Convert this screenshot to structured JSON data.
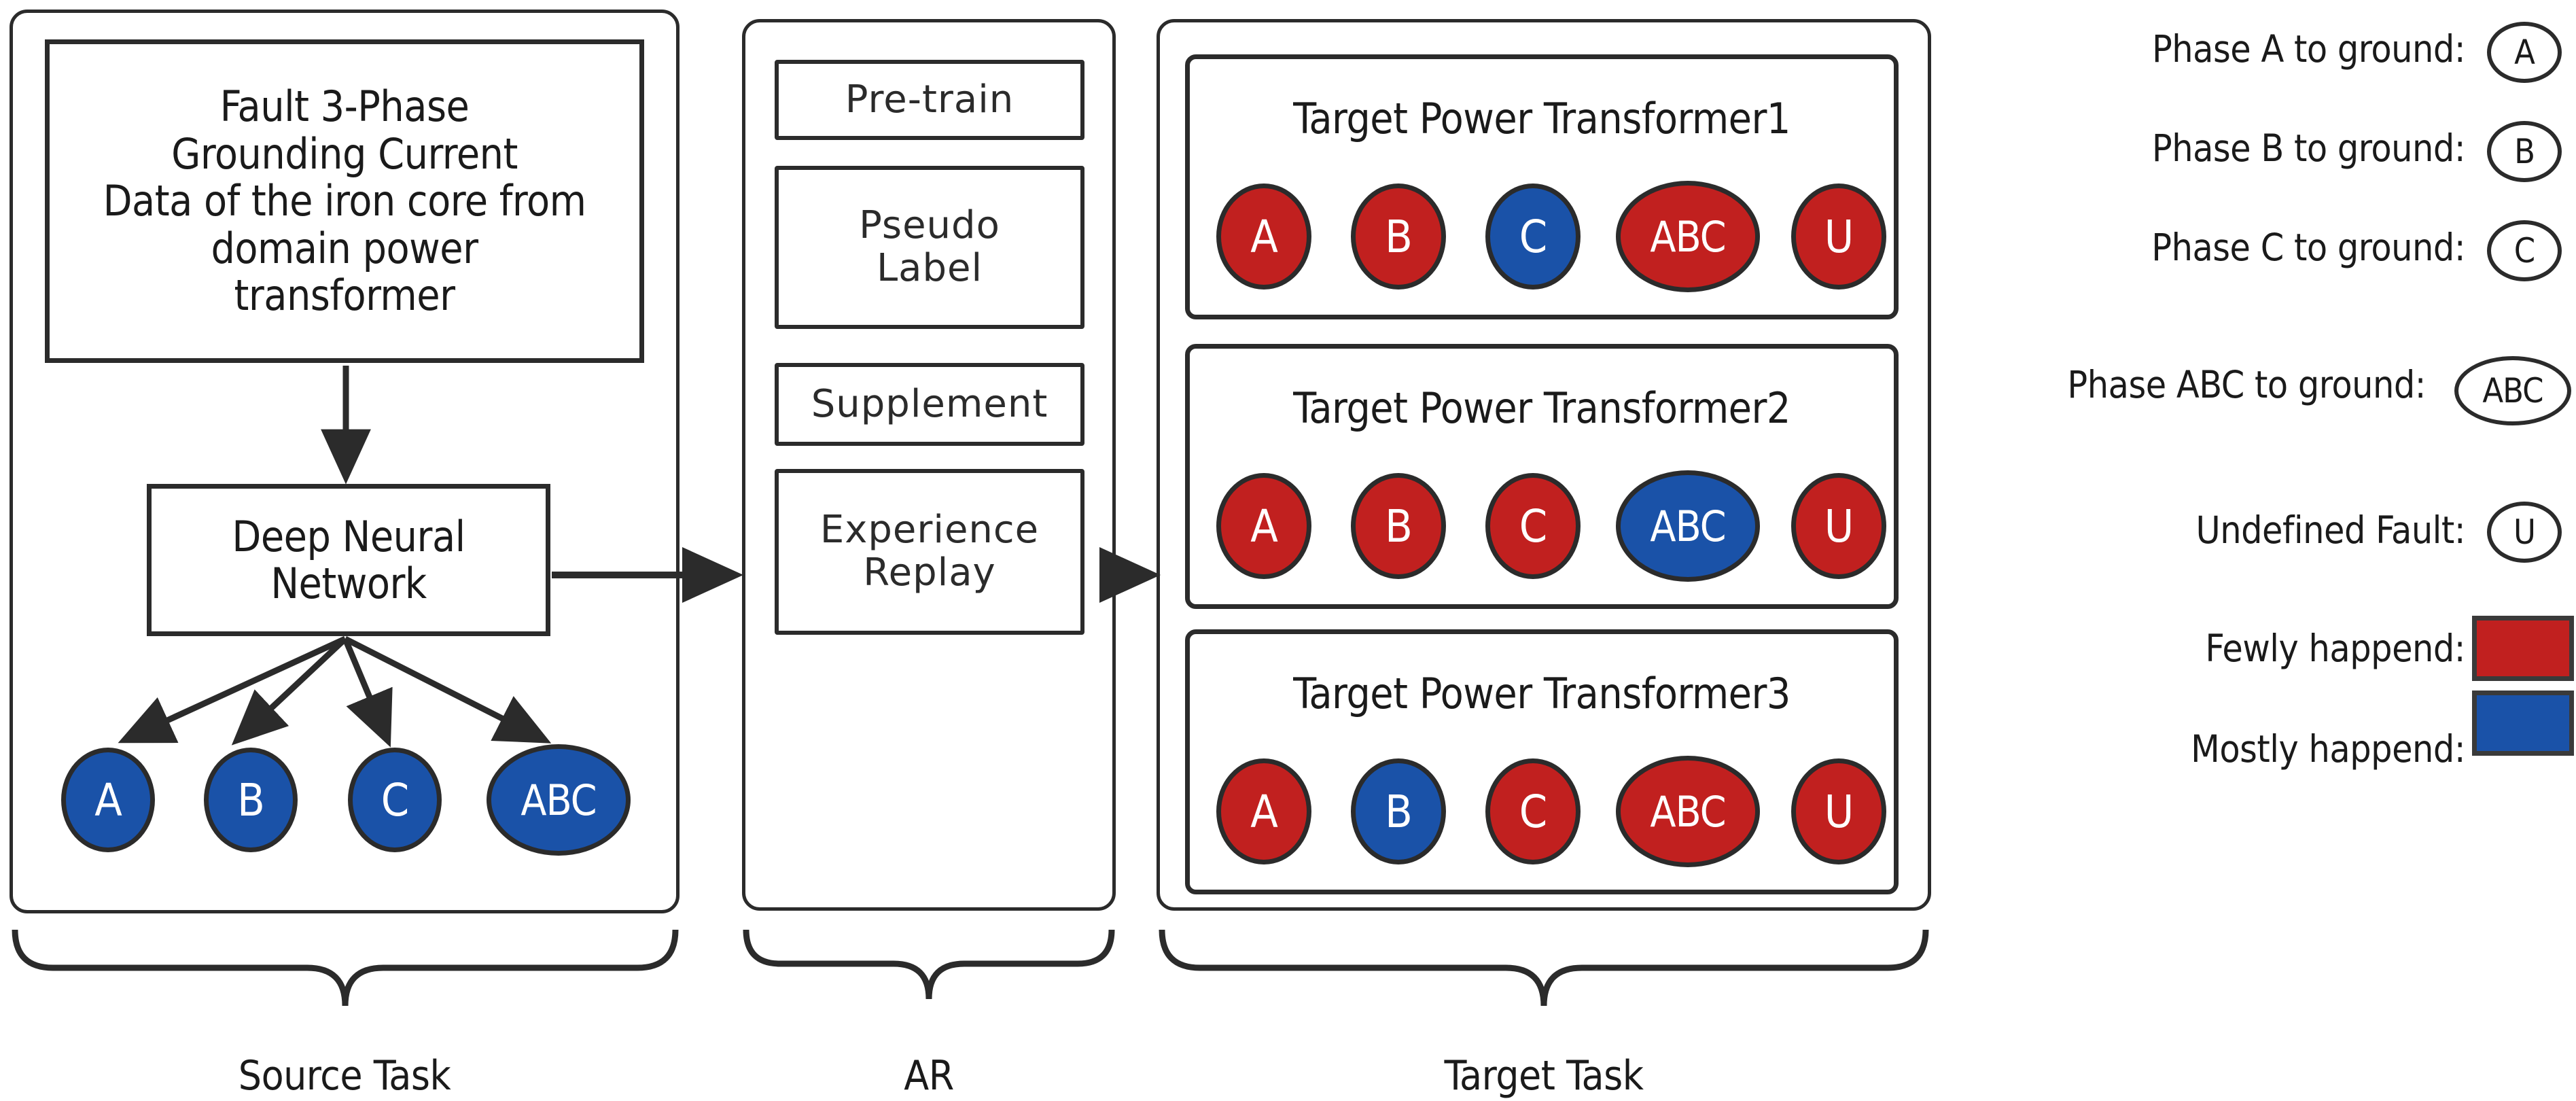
{
  "source": {
    "data_box": {
      "lines": [
        "Fault 3-Phase",
        "Grounding Current",
        "Data of the iron core from",
        "domain power",
        "transformer"
      ],
      "text": "Fault 3-Phase\nGrounding Current\nData of the iron core from\ndomain power\ntransformer"
    },
    "model_box": {
      "text": "Deep Neural\nNetwork"
    },
    "outputs": [
      {
        "label": "A",
        "color": "blue"
      },
      {
        "label": "B",
        "color": "blue"
      },
      {
        "label": "C",
        "color": "blue"
      },
      {
        "label": "ABC",
        "color": "blue"
      }
    ],
    "caption": "Source Task"
  },
  "ar": {
    "steps": [
      {
        "text": "Pre-train"
      },
      {
        "text": "Pseudo\nLabel"
      },
      {
        "text": "Supplement"
      },
      {
        "text": "Experience\nReplay"
      }
    ],
    "caption": "AR"
  },
  "target": {
    "transformers": [
      {
        "title": "Target Power Transformer1",
        "nodes": [
          {
            "label": "A",
            "color": "red"
          },
          {
            "label": "B",
            "color": "red"
          },
          {
            "label": "C",
            "color": "blue"
          },
          {
            "label": "ABC",
            "color": "red"
          },
          {
            "label": "U",
            "color": "red"
          }
        ]
      },
      {
        "title": "Target Power Transformer2",
        "nodes": [
          {
            "label": "A",
            "color": "red"
          },
          {
            "label": "B",
            "color": "red"
          },
          {
            "label": "C",
            "color": "red"
          },
          {
            "label": "ABC",
            "color": "blue"
          },
          {
            "label": "U",
            "color": "red"
          }
        ]
      },
      {
        "title": "Target Power Transformer3",
        "nodes": [
          {
            "label": "A",
            "color": "red"
          },
          {
            "label": "B",
            "color": "blue"
          },
          {
            "label": "C",
            "color": "red"
          },
          {
            "label": "ABC",
            "color": "red"
          },
          {
            "label": "U",
            "color": "red"
          }
        ]
      }
    ],
    "caption": "Target Task"
  },
  "legend": {
    "rows": [
      {
        "label": "Phase A to ground:",
        "symbol": "A",
        "kind": "ellipse"
      },
      {
        "label": "Phase B to ground:",
        "symbol": "B",
        "kind": "ellipse"
      },
      {
        "label": "Phase C to ground:",
        "symbol": "C",
        "kind": "ellipse"
      },
      {
        "label": "Phase ABC to ground:",
        "symbol": "ABC",
        "kind": "ellipse-wide"
      },
      {
        "label": "Undefined Fault:",
        "symbol": "U",
        "kind": "ellipse"
      },
      {
        "label": "Fewly happend:",
        "symbol": "",
        "kind": "swatch-red"
      },
      {
        "label": "Mostly happend:",
        "symbol": "",
        "kind": "swatch-blue"
      }
    ]
  },
  "colors": {
    "red": "#C1201F",
    "blue": "#1A52A8",
    "outline": "#2B2B2B",
    "background": "#FFFFFF"
  }
}
